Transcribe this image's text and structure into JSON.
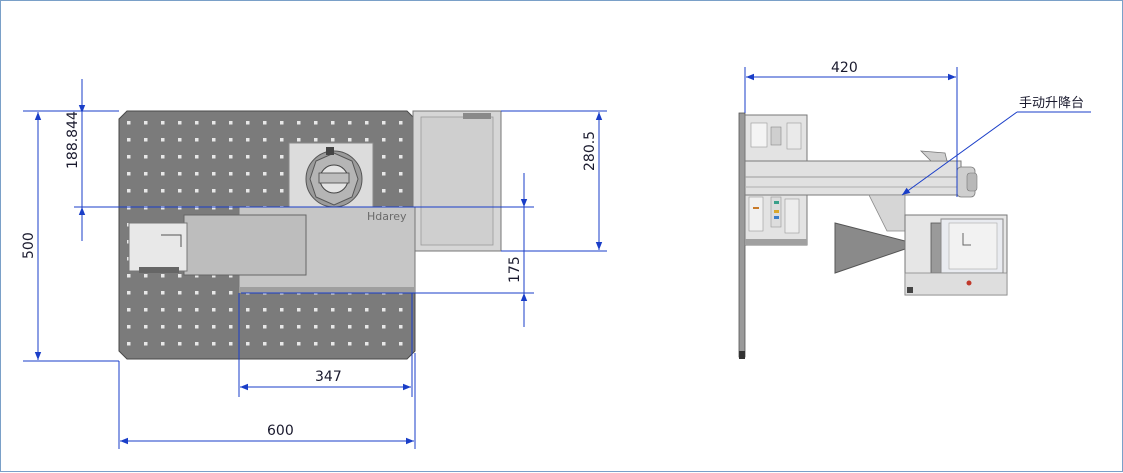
{
  "drawing": {
    "top_view": {
      "dims": {
        "overall_width": "600",
        "overall_height": "500",
        "top_offset": "188.844",
        "slide_width": "347",
        "right_height": "280.5",
        "lower_height": "175"
      },
      "logo": "Hdarey"
    },
    "side_view": {
      "dims": {
        "width": "420"
      },
      "note": "手动升降台"
    }
  },
  "colors": {
    "dimension_line": "#1a3ec8",
    "plate": "#7b7b7b",
    "hole": "#e8e8e8",
    "part_light": "#d6d6d6",
    "part_mid": "#a9a9a9",
    "part_dark": "#555555",
    "highlight_red": "#c0392b"
  }
}
